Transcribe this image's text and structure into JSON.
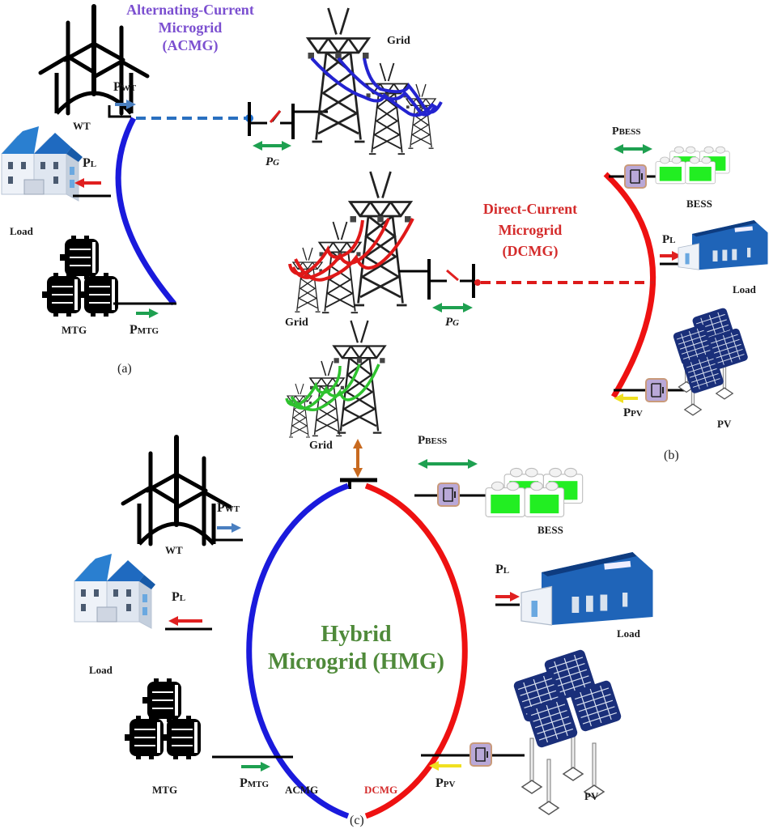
{
  "colors": {
    "ac_bus": "#1a1adc",
    "dc_bus": "#ee1111",
    "ac_title": "#7b4fd0",
    "dc_title": "#d42b2b",
    "hybrid_title": "#4f8a3a",
    "grid_lines_a": "#2323d0",
    "grid_lines_b": "#e01818",
    "grid_lines_c": "#2ec22e",
    "arrow_wt": "#4a7fc0",
    "arrow_load": "#e02020",
    "arrow_mtg": "#1ea050",
    "arrow_pg": "#1ea050",
    "arrow_pv": "#f0e020",
    "arrow_grid_c": "#c86a20",
    "converter_fill": "#b9a8d8",
    "battery_green": "#22ee22",
    "pv_blue": "#1a2f7a",
    "building_blue": "#1f64b8"
  },
  "panel_a": {
    "title_line1": "Alternating-Current",
    "title_line2": "Microgrid",
    "title_line3": "(ACMG)",
    "grid_label": "Grid",
    "wt_label": "WT",
    "load_label": "Load",
    "mtg_label": "MTG",
    "p_wt": {
      "main": "P",
      "sub": "WT"
    },
    "p_l": {
      "main": "P",
      "sub": "L"
    },
    "p_mtg": {
      "main": "P",
      "sub": "MTG"
    },
    "p_g": {
      "main": "P",
      "sub": "G"
    },
    "caption": "(a)"
  },
  "panel_b": {
    "title_line1": "Direct-Current",
    "title_line2": "Microgrid",
    "title_line3": "(DCMG)",
    "grid_label": "Grid",
    "bess_label": "BESS",
    "load_label": "Load",
    "pv_label": "PV",
    "p_bess": {
      "main": "P",
      "sub": "BESS"
    },
    "p_l": {
      "main": "P",
      "sub": "L"
    },
    "p_pv": {
      "main": "P",
      "sub": "PV"
    },
    "p_g": {
      "main": "P",
      "sub": "G"
    },
    "caption": "(b)"
  },
  "panel_c": {
    "title_line1": "Hybrid",
    "title_line2": "Microgrid (HMG)",
    "grid_label": "Grid",
    "wt_label": "WT",
    "load_left_label": "Load",
    "mtg_label": "MTG",
    "bess_label": "BESS",
    "load_right_label": "Load",
    "pv_label": "PV",
    "acmg_label": "ACMG",
    "dcmg_label": "DCMG",
    "p_wt": {
      "main": "P",
      "sub": "WT"
    },
    "p_l_left": {
      "main": "P",
      "sub": "L"
    },
    "p_mtg": {
      "main": "P",
      "sub": "MTG"
    },
    "p_bess": {
      "main": "P",
      "sub": "BESS"
    },
    "p_l_right": {
      "main": "P",
      "sub": "L"
    },
    "p_pv": {
      "main": "P",
      "sub": "PV"
    },
    "caption": "(c)"
  }
}
